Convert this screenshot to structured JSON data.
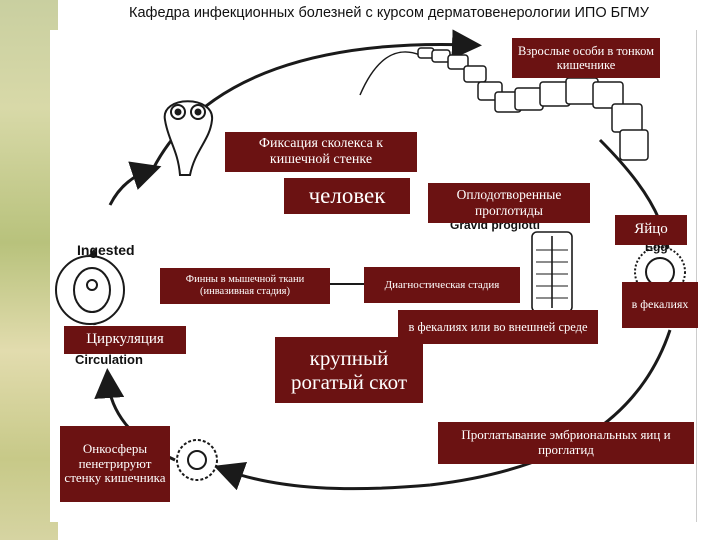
{
  "header": {
    "title": "Кафедра инфекционных болезней с курсом дерматовенерологии ИПО БГМУ"
  },
  "boxes": {
    "adults": "Взрослые особи в тонком кишечнике",
    "scolex": "Фиксация сколекса к кишечной стенке",
    "human": "человек",
    "proglottids": "Оплодотворенные проглотиды",
    "egg": "Яйцо",
    "cysticerci": "Финны в мышечной ткани (инвазивная стадия)",
    "diagnostic": "Диагностическая стадия",
    "feces_env": "в фекалиях или во внешней среде",
    "in_feces": "в фекалиях",
    "circulation": "Циркуляция",
    "cattle": "крупный рогатый скот",
    "oncospheres": "Онкосферы пенетрируют стенку кишечника",
    "ingestion": "Проглатывание эмбриональных яиц и проглатид"
  },
  "english_labels": {
    "ingested": "Ingested",
    "circulation": "Circulation",
    "gravid": "Gravid proglotti",
    "egg": "Egg"
  },
  "colors": {
    "box_bg": "#6b1212",
    "box_text": "#ffffff",
    "cycle_line": "#1a1a1a"
  }
}
